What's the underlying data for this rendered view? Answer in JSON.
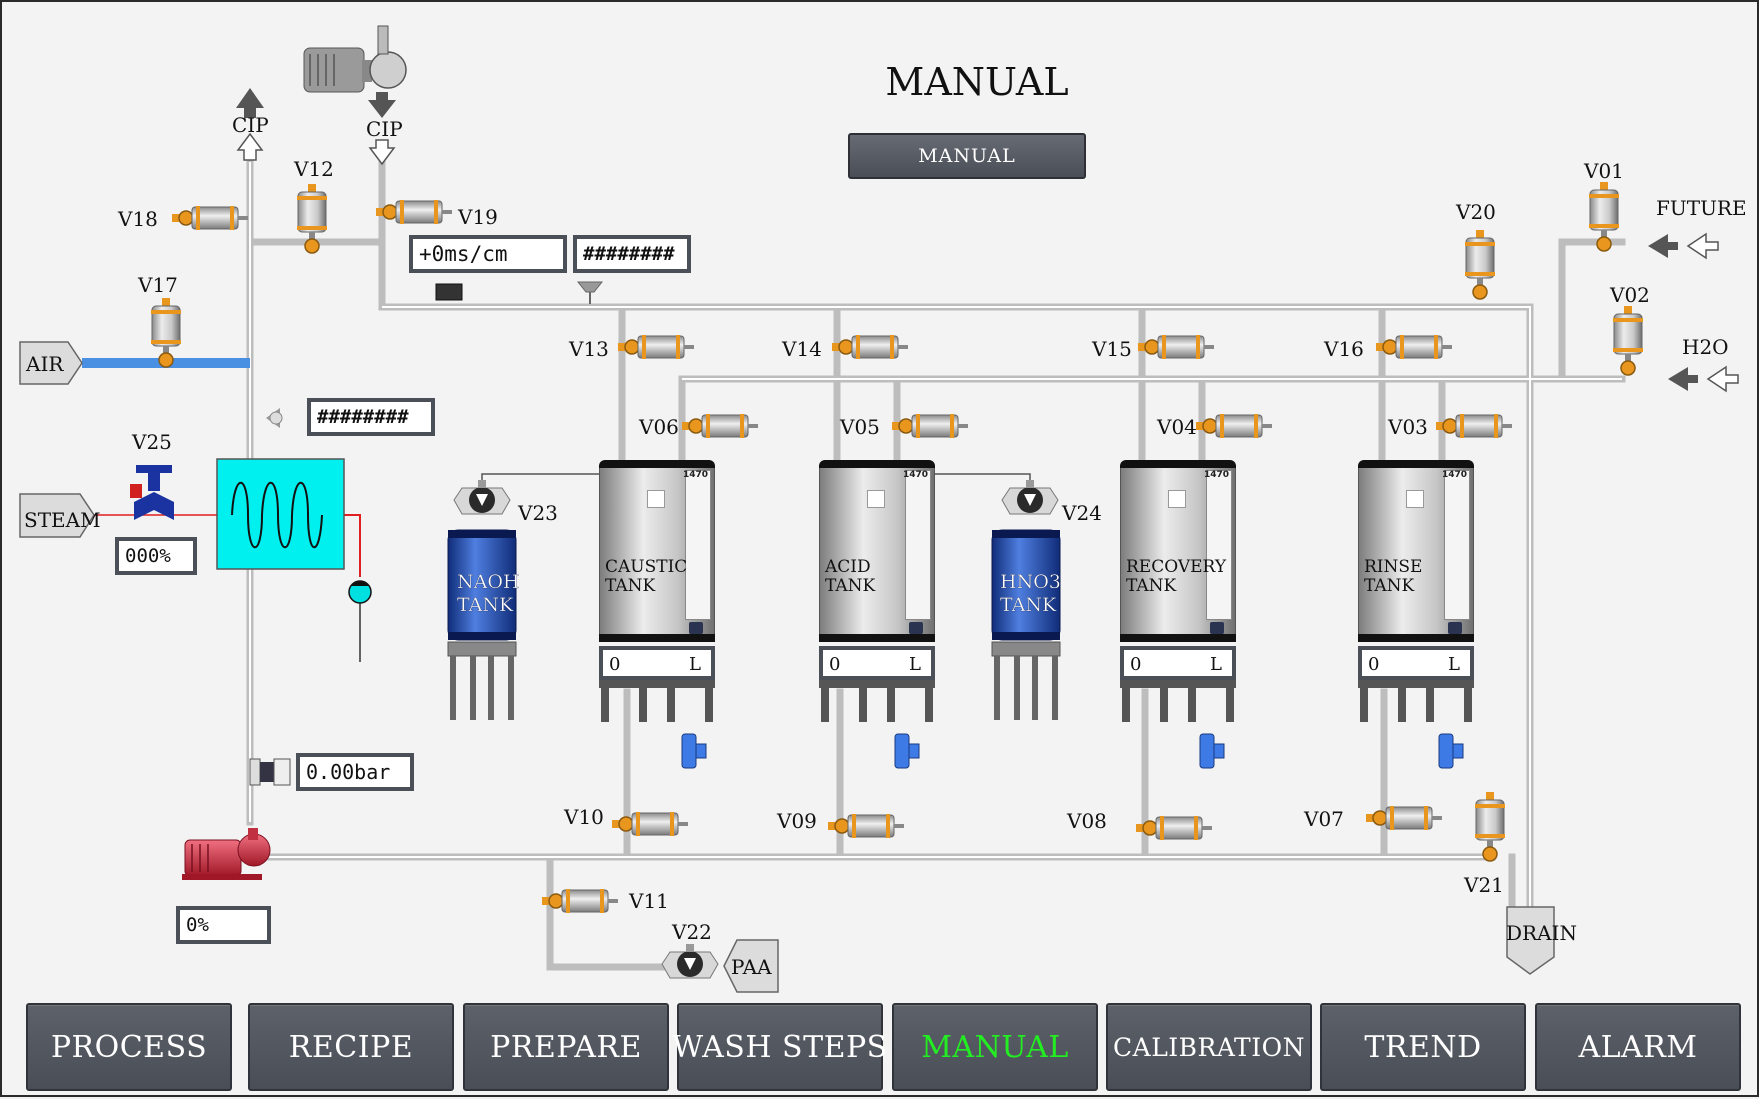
{
  "header": {
    "title": "MANUAL",
    "mode_button": "MANUAL"
  },
  "readouts": {
    "conductivity": "+0ms/cm",
    "temp_top": "########",
    "temp_heater": "########",
    "steam_valve": "000%",
    "pressure": "0.00bar",
    "pump_speed": "0%"
  },
  "tanks": [
    {
      "line1": "CAUSTIC",
      "line2": "TANK",
      "level_min": "0",
      "level_max": "L",
      "tag": "1470"
    },
    {
      "line1": "ACID",
      "line2": "TANK",
      "level_min": "0",
      "level_max": "L",
      "tag": "1470"
    },
    {
      "line1": "RECOVERY",
      "line2": "TANK",
      "level_min": "0",
      "level_max": "L",
      "tag": "1470"
    },
    {
      "line1": "RINSE",
      "line2": "TANK",
      "level_min": "0",
      "level_max": "L",
      "tag": "1470"
    }
  ],
  "chem_tanks": [
    {
      "line1": "NAOH",
      "line2": "TANK",
      "pump": "V23"
    },
    {
      "line1": "HNO3",
      "line2": "TANK",
      "pump": "V24"
    }
  ],
  "valves": [
    "V01",
    "V02",
    "V03",
    "V04",
    "V05",
    "V06",
    "V07",
    "V08",
    "V09",
    "V10",
    "V11",
    "V12",
    "V13",
    "V14",
    "V15",
    "V16",
    "V17",
    "V18",
    "V19",
    "V20",
    "V21",
    "V22",
    "V25"
  ],
  "sources": {
    "air": "AIR",
    "steam": "STEAM",
    "future": "FUTURE",
    "water": "H2O",
    "paa": "PAA",
    "drain": "DRAIN",
    "cip_out": "CIP",
    "cip_in": "CIP"
  },
  "nav": [
    "PROCESS",
    "RECIPE",
    "PREPARE",
    "WASH STEPS",
    "MANUAL",
    "CALIBRATION",
    "TREND",
    "ALARM"
  ],
  "active_nav": "MANUAL",
  "colors": {
    "pipe": "#c9c9c9",
    "air_pipe": "#4a90e2",
    "steam_line": "#e02020",
    "heater": "#00f0f0",
    "nav_active_text": "#22ee22",
    "chem_tank": "#1f4fb0",
    "valve_accent": "#e8961e",
    "pump": "#d63040"
  }
}
